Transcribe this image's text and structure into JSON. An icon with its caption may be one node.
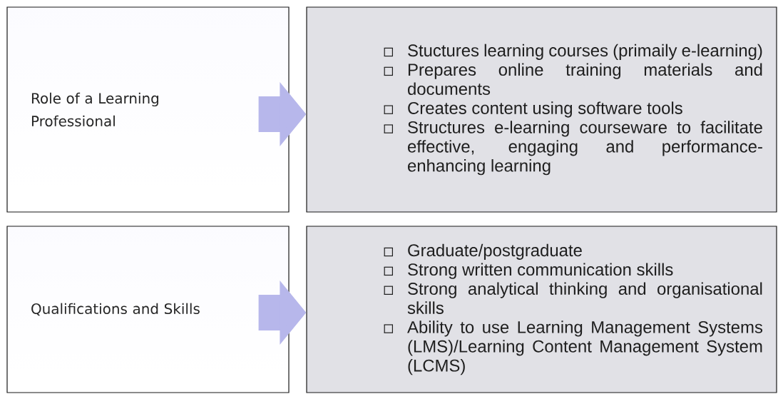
{
  "diagram": {
    "nodes": [
      {
        "text": [
          "Role of a Learning Professional"
        ]
      },
      {
        "text": [
          "Stuctures learning courses (primaily e-learning)",
          "Prepares online training materials and documents",
          "Creates content using software tools",
          "Structures e-learning courseware to facilitate effective, engaging and performance-enhancing learning"
        ]
      },
      {
        "text": [
          "Qualifications and Skills"
        ]
      },
      {
        "text": [
          "Graduate/postgraduate",
          "Strong written communication skills",
          "Strong analytical thinking and organisational skills",
          "Ability to use Learning Management Systems (LMS)/Learning Content Management System (LCMS)"
        ]
      }
    ],
    "edges": [
      {
        "from": 0,
        "to": 1,
        "arrow": "to"
      },
      {
        "from": 2,
        "to": 3,
        "arrow": "to"
      }
    ]
  }
}
